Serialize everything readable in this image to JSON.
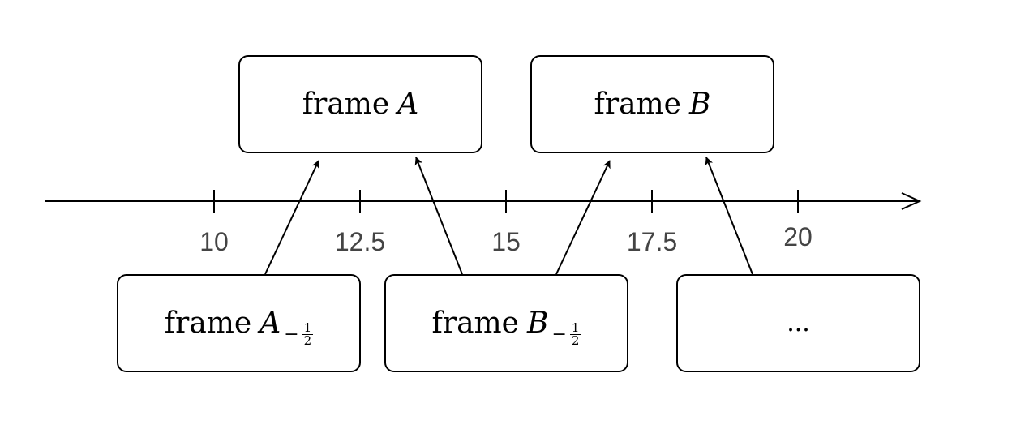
{
  "timeline": {
    "ticks": [
      {
        "value": 10,
        "label": "10"
      },
      {
        "value": 12.5,
        "label": "12.5"
      },
      {
        "value": 15,
        "label": "15"
      },
      {
        "value": 17.5,
        "label": "17.5"
      },
      {
        "value": 20,
        "label": "20"
      }
    ]
  },
  "frames": {
    "frame_a": {
      "word": "frame",
      "var": "A"
    },
    "frame_b": {
      "word": "frame",
      "var": "B"
    },
    "frame_a_prev": {
      "word": "frame",
      "var": "A",
      "sub_sign": "−",
      "sub_num": "1",
      "sub_den": "2"
    },
    "frame_b_prev": {
      "word": "frame",
      "var": "B",
      "sub_sign": "−",
      "sub_num": "1",
      "sub_den": "2"
    },
    "next": {
      "text": "..."
    }
  },
  "colors": {
    "stroke": "#000000",
    "tick_label": "#444444",
    "background": "#ffffff"
  }
}
